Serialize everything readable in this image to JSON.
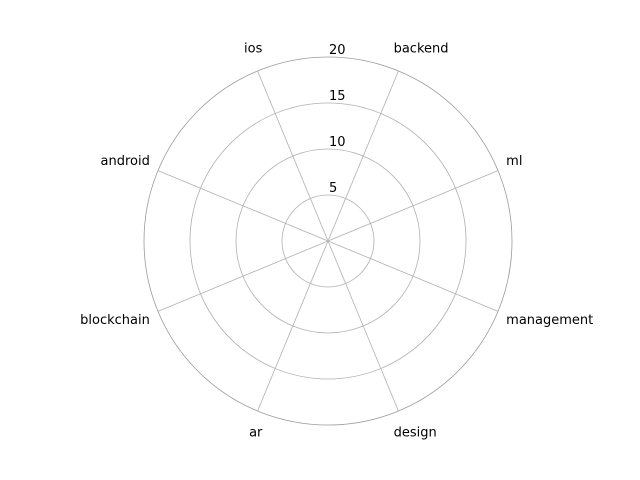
{
  "chart_data": {
    "type": "radar",
    "categories": [
      "backend",
      "ml",
      "management",
      "design",
      "ar",
      "blockchain",
      "android",
      "ios"
    ],
    "series": [],
    "r_ticks": [
      5,
      10,
      15,
      20
    ],
    "r_tick_labels": [
      "5",
      "10",
      "15",
      "20"
    ],
    "rlim": [
      0,
      20
    ],
    "grid": true,
    "title": "",
    "colors": {
      "grid": "#b0b0b0",
      "outer": "#9a9a9a",
      "text": "#000000"
    }
  }
}
